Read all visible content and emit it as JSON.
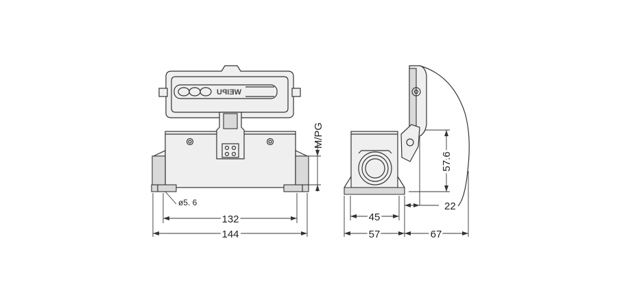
{
  "dimensions": {
    "hole_diameter": "ø5. 6",
    "mounting_pitch": "132",
    "overall_width": "144",
    "cable_entry": "M/PG",
    "base_depth_inner": "45",
    "base_depth": "57",
    "total_height": "57.6",
    "hinge_offset": "22",
    "cover_depth": "67"
  },
  "logo": {
    "text": "WEIPU"
  }
}
